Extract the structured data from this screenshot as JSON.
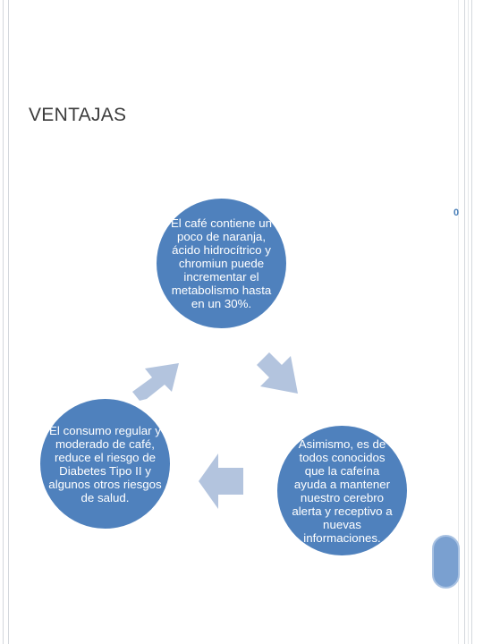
{
  "slide": {
    "title": "VENTAJAS",
    "slide_number": "0"
  },
  "cycle": {
    "top": "El café contiene un poco de naranja, ácido hidrocítrico y chromiun puede incrementar el metabolismo hasta en un 30%.",
    "right": "Asimismo, es de todos conocidos que la cafeína ayuda a mantener nuestro cerebro alerta y receptivo a nuevas informaciones.",
    "left": "El consumo regular y moderado de café, reduce el riesgo de Diabetes Tipo II y algunos otros riesgos de salud."
  },
  "colors": {
    "circle": "#4f81bd",
    "arrow": "#b3c4de",
    "accent_tab": "#7aa0d0"
  }
}
